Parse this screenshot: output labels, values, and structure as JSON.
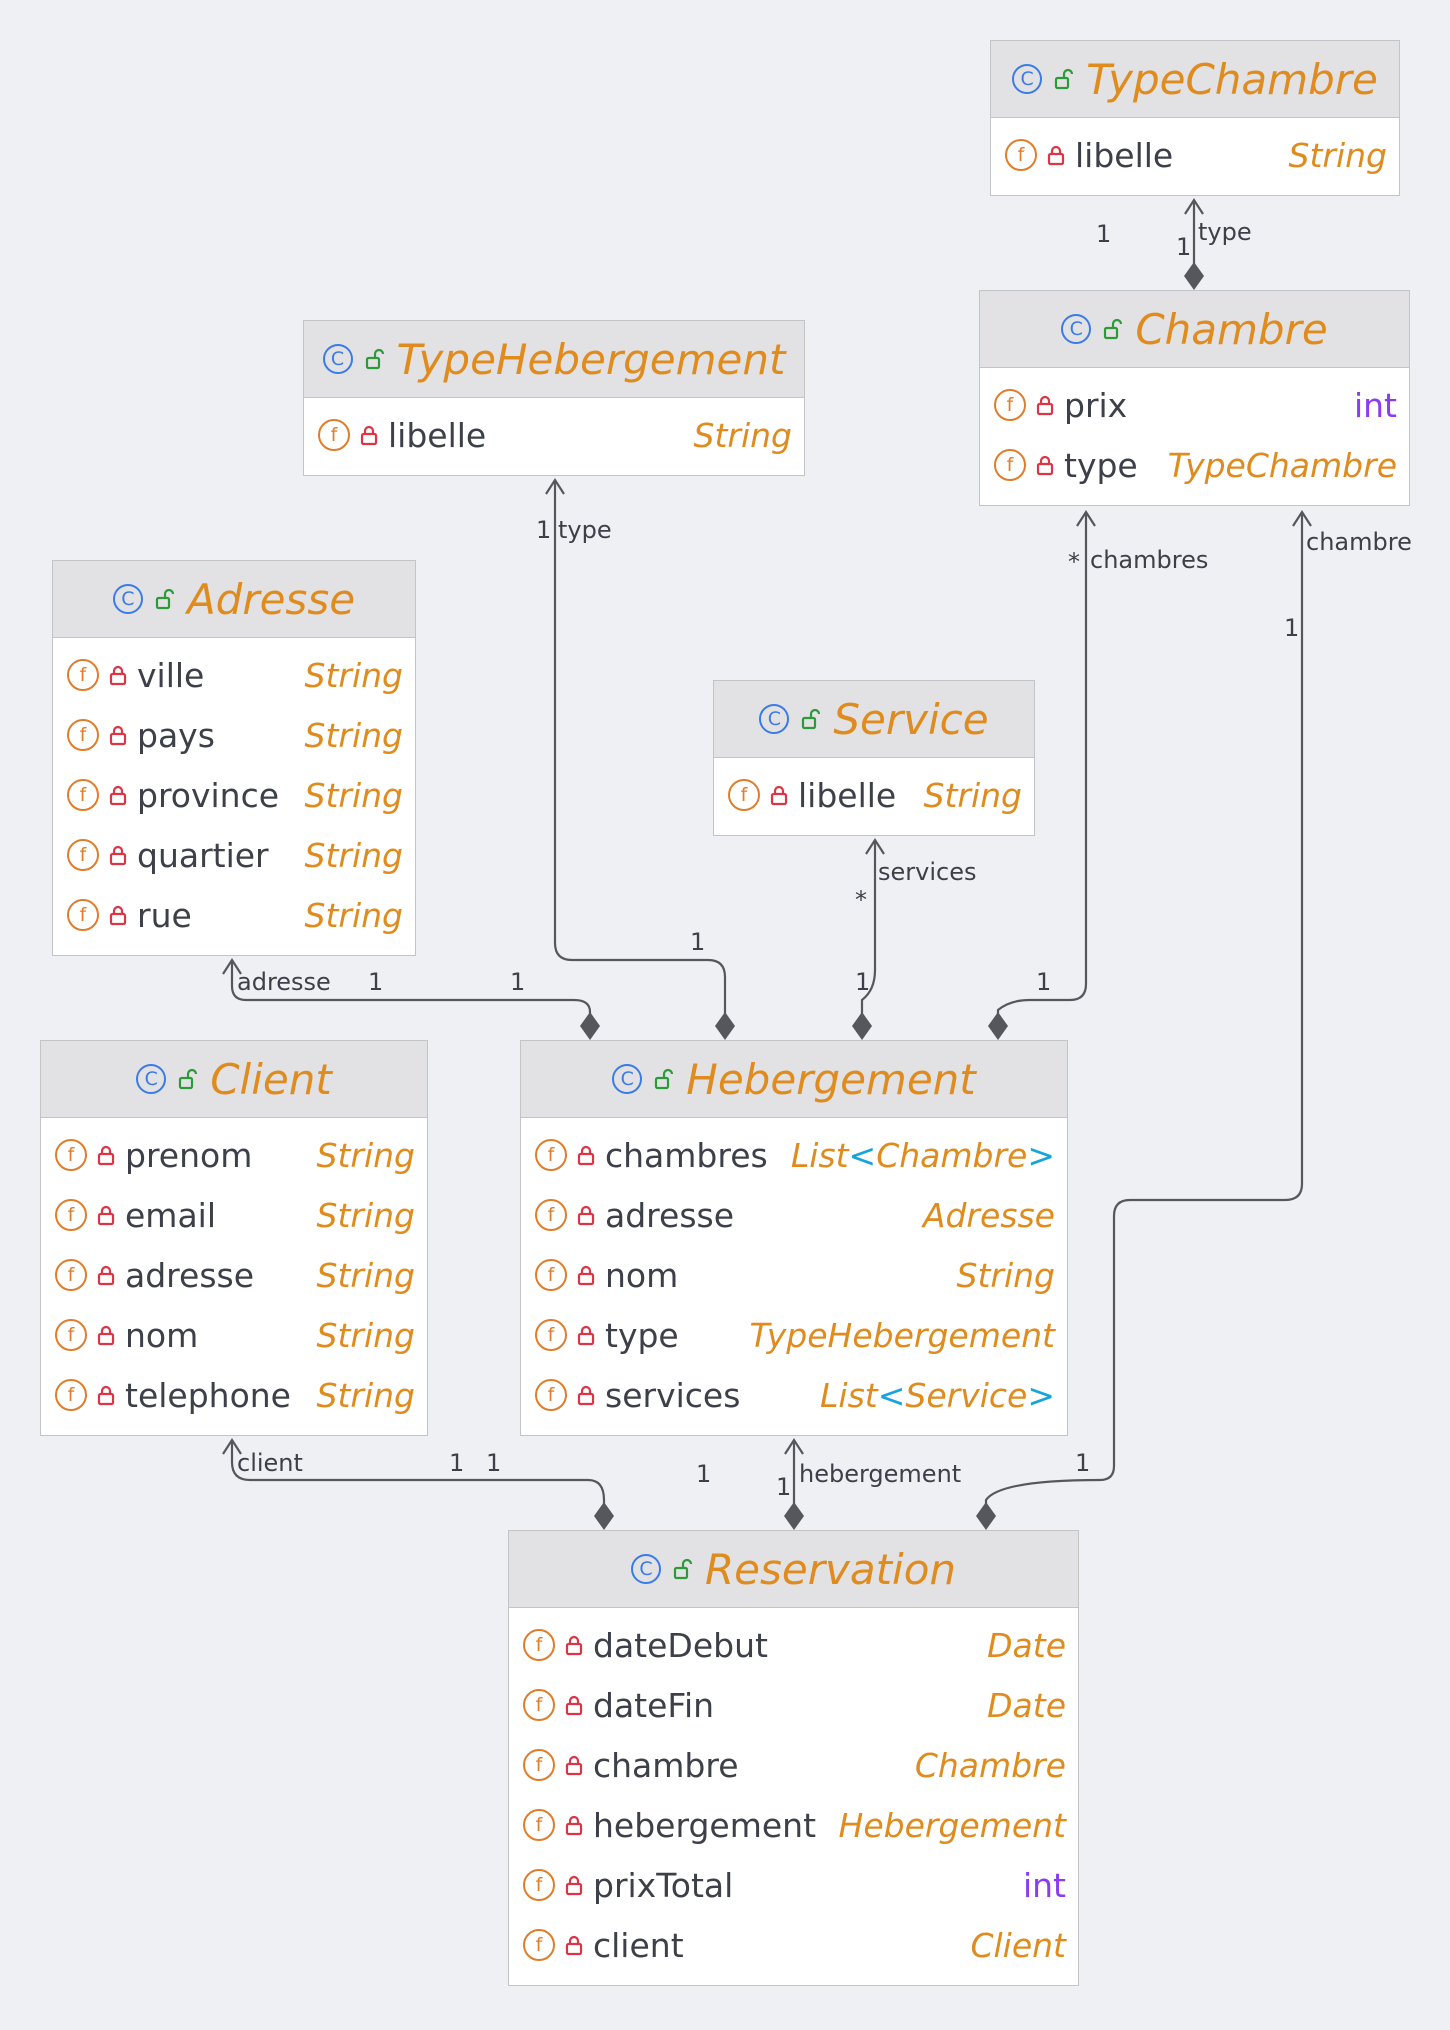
{
  "classes": {
    "typechambre": {
      "name": "TypeChambre",
      "fields": [
        {
          "name": "libelle",
          "type": "String"
        }
      ]
    },
    "chambre": {
      "name": "Chambre",
      "fields": [
        {
          "name": "prix",
          "type": "int"
        },
        {
          "name": "type",
          "type": "TypeChambre"
        }
      ]
    },
    "typehebergement": {
      "name": "TypeHebergement",
      "fields": [
        {
          "name": "libelle",
          "type": "String"
        }
      ]
    },
    "adresse": {
      "name": "Adresse",
      "fields": [
        {
          "name": "ville",
          "type": "String"
        },
        {
          "name": "pays",
          "type": "String"
        },
        {
          "name": "province",
          "type": "String"
        },
        {
          "name": "quartier",
          "type": "String"
        },
        {
          "name": "rue",
          "type": "String"
        }
      ]
    },
    "service": {
      "name": "Service",
      "fields": [
        {
          "name": "libelle",
          "type": "String"
        }
      ]
    },
    "client": {
      "name": "Client",
      "fields": [
        {
          "name": "prenom",
          "type": "String"
        },
        {
          "name": "email",
          "type": "String"
        },
        {
          "name": "adresse",
          "type": "String"
        },
        {
          "name": "nom",
          "type": "String"
        },
        {
          "name": "telephone",
          "type": "String"
        }
      ]
    },
    "hebergement": {
      "name": "Hebergement",
      "fields": [
        {
          "name": "chambres",
          "type_prefix": "List",
          "type_open": "<",
          "type_inner": "Chambre",
          "type_close": ">"
        },
        {
          "name": "adresse",
          "type": "Adresse"
        },
        {
          "name": "nom",
          "type": "String"
        },
        {
          "name": "type",
          "type": "TypeHebergement"
        },
        {
          "name": "services",
          "type_prefix": "List",
          "type_open": "<",
          "type_inner": "Service",
          "type_close": ">"
        }
      ]
    },
    "reservation": {
      "name": "Reservation",
      "fields": [
        {
          "name": "dateDebut",
          "type": "Date"
        },
        {
          "name": "dateFin",
          "type": "Date"
        },
        {
          "name": "chambre",
          "type": "Chambre"
        },
        {
          "name": "hebergement",
          "type": "Hebergement"
        },
        {
          "name": "prixTotal",
          "type": "int"
        },
        {
          "name": "client",
          "type": "Client"
        }
      ]
    }
  },
  "icons": {
    "class_glyph": "C",
    "field_glyph": "f"
  },
  "relations": [
    {
      "from": "Chambre",
      "to": "TypeChambre",
      "role": "type",
      "mult_source": "1",
      "mult_target": "1"
    },
    {
      "from": "Hebergement",
      "to": "TypeHebergement",
      "role": "type",
      "mult_source": "1",
      "mult_target": "1"
    },
    {
      "from": "Hebergement",
      "to": "Chambre",
      "role": "chambres",
      "mult_source": "1",
      "mult_target": "*"
    },
    {
      "from": "Hebergement",
      "to": "Service",
      "role": "services",
      "mult_source": "1",
      "mult_target": "*"
    },
    {
      "from": "Hebergement",
      "to": "Adresse",
      "role": "adresse",
      "mult_source": "1",
      "mult_target": "1"
    },
    {
      "from": "Reservation",
      "to": "Client",
      "role": "client",
      "mult_source": "1",
      "mult_target": "1"
    },
    {
      "from": "Reservation",
      "to": "Hebergement",
      "role": "hebergement",
      "mult_source": "1",
      "mult_target": "1"
    },
    {
      "from": "Reservation",
      "to": "Chambre",
      "role": "chambre",
      "mult_source": "1",
      "mult_target": "1"
    }
  ],
  "colors": {
    "background": "#eff0f4",
    "class_name": "#e08b1e",
    "class_icon": "#3b7be8",
    "field_icon": "#e07d2a",
    "lock": "#dc3545",
    "public": "#2d9a3a",
    "primitive": "#8a3cf0",
    "generic_bracket": "#17a3dc",
    "edge": "#55575d"
  }
}
